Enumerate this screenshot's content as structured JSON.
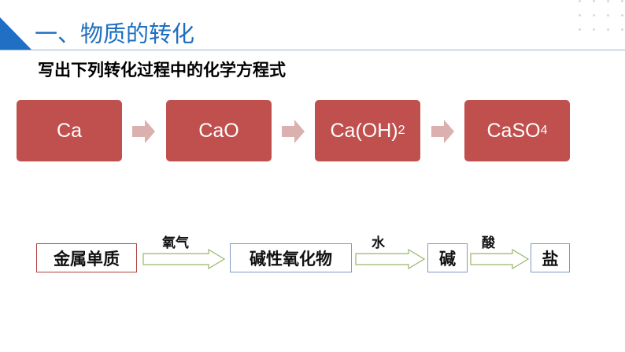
{
  "title": "一、物质的转化",
  "heading": "写出下列转化过程中的化学方程式",
  "formulas": [
    {
      "base": "Ca",
      "sub": ""
    },
    {
      "base": "CaO",
      "sub": ""
    },
    {
      "base": "Ca(OH)",
      "sub": "2"
    },
    {
      "base": "CaSO",
      "sub": "4"
    }
  ],
  "flow": {
    "boxes": [
      "金属单质",
      "碱性氧化物",
      "碱",
      "盐"
    ],
    "arrow_labels": [
      "氧气",
      "水",
      "酸"
    ]
  },
  "colors": {
    "title": "#1e6fc0",
    "formula_box": "#c0504d",
    "arrow": "#dbb1b0"
  }
}
